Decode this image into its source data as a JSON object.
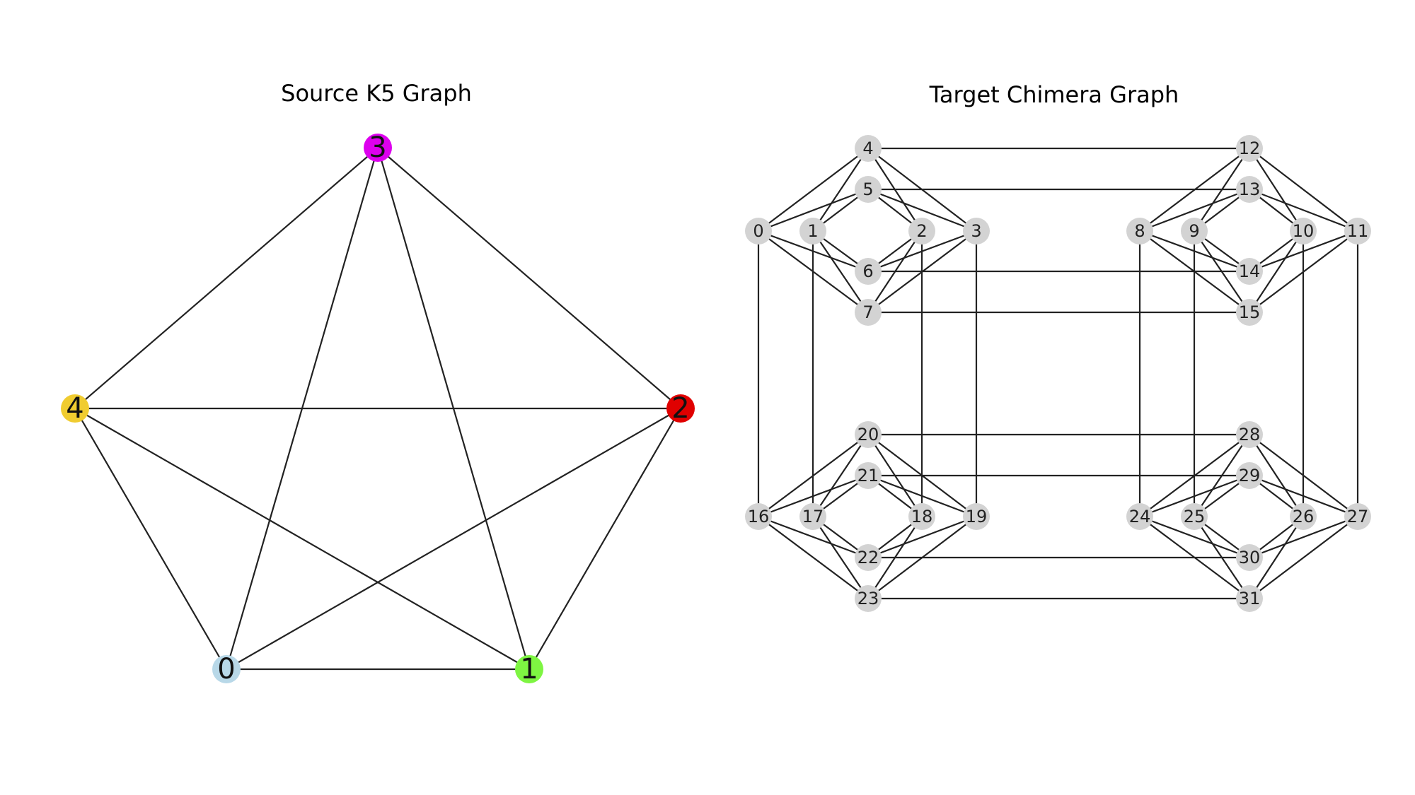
{
  "source_graph": {
    "title": "Source K5 Graph",
    "nodes": [
      {
        "id": "0",
        "label": "0",
        "color": "#b8d8e8"
      },
      {
        "id": "1",
        "label": "1",
        "color": "#7ef542"
      },
      {
        "id": "2",
        "label": "2",
        "color": "#e00000"
      },
      {
        "id": "3",
        "label": "3",
        "color": "#dd00ee"
      },
      {
        "id": "4",
        "label": "4",
        "color": "#f0cc30"
      }
    ],
    "edges": [
      [
        "0",
        "1"
      ],
      [
        "0",
        "2"
      ],
      [
        "0",
        "3"
      ],
      [
        "0",
        "4"
      ],
      [
        "1",
        "2"
      ],
      [
        "1",
        "3"
      ],
      [
        "1",
        "4"
      ],
      [
        "2",
        "3"
      ],
      [
        "2",
        "4"
      ],
      [
        "3",
        "4"
      ]
    ]
  },
  "target_graph": {
    "title": "Target Chimera Graph",
    "node_color": "#d3d3d3",
    "nodes": [
      "0",
      "1",
      "2",
      "3",
      "4",
      "5",
      "6",
      "7",
      "8",
      "9",
      "10",
      "11",
      "12",
      "13",
      "14",
      "15",
      "16",
      "17",
      "18",
      "19",
      "20",
      "21",
      "22",
      "23",
      "24",
      "25",
      "26",
      "27",
      "28",
      "29",
      "30",
      "31"
    ],
    "edges": [
      [
        "0",
        "4"
      ],
      [
        "0",
        "5"
      ],
      [
        "0",
        "6"
      ],
      [
        "0",
        "7"
      ],
      [
        "1",
        "4"
      ],
      [
        "1",
        "5"
      ],
      [
        "1",
        "6"
      ],
      [
        "1",
        "7"
      ],
      [
        "2",
        "4"
      ],
      [
        "2",
        "5"
      ],
      [
        "2",
        "6"
      ],
      [
        "2",
        "7"
      ],
      [
        "3",
        "4"
      ],
      [
        "3",
        "5"
      ],
      [
        "3",
        "6"
      ],
      [
        "3",
        "7"
      ],
      [
        "8",
        "12"
      ],
      [
        "8",
        "13"
      ],
      [
        "8",
        "14"
      ],
      [
        "8",
        "15"
      ],
      [
        "9",
        "12"
      ],
      [
        "9",
        "13"
      ],
      [
        "9",
        "14"
      ],
      [
        "9",
        "15"
      ],
      [
        "10",
        "12"
      ],
      [
        "10",
        "13"
      ],
      [
        "10",
        "14"
      ],
      [
        "10",
        "15"
      ],
      [
        "11",
        "12"
      ],
      [
        "11",
        "13"
      ],
      [
        "11",
        "14"
      ],
      [
        "11",
        "15"
      ],
      [
        "16",
        "20"
      ],
      [
        "16",
        "21"
      ],
      [
        "16",
        "22"
      ],
      [
        "16",
        "23"
      ],
      [
        "17",
        "20"
      ],
      [
        "17",
        "21"
      ],
      [
        "17",
        "22"
      ],
      [
        "17",
        "23"
      ],
      [
        "18",
        "20"
      ],
      [
        "18",
        "21"
      ],
      [
        "18",
        "22"
      ],
      [
        "18",
        "23"
      ],
      [
        "19",
        "20"
      ],
      [
        "19",
        "21"
      ],
      [
        "19",
        "22"
      ],
      [
        "19",
        "23"
      ],
      [
        "24",
        "28"
      ],
      [
        "24",
        "29"
      ],
      [
        "24",
        "30"
      ],
      [
        "24",
        "31"
      ],
      [
        "25",
        "28"
      ],
      [
        "25",
        "29"
      ],
      [
        "25",
        "30"
      ],
      [
        "25",
        "31"
      ],
      [
        "26",
        "28"
      ],
      [
        "26",
        "29"
      ],
      [
        "26",
        "30"
      ],
      [
        "26",
        "31"
      ],
      [
        "27",
        "28"
      ],
      [
        "27",
        "29"
      ],
      [
        "27",
        "30"
      ],
      [
        "27",
        "31"
      ],
      [
        "4",
        "12"
      ],
      [
        "5",
        "13"
      ],
      [
        "6",
        "14"
      ],
      [
        "7",
        "15"
      ],
      [
        "20",
        "28"
      ],
      [
        "21",
        "29"
      ],
      [
        "22",
        "30"
      ],
      [
        "23",
        "31"
      ],
      [
        "0",
        "16"
      ],
      [
        "1",
        "17"
      ],
      [
        "2",
        "18"
      ],
      [
        "3",
        "19"
      ],
      [
        "8",
        "24"
      ],
      [
        "9",
        "25"
      ],
      [
        "10",
        "26"
      ],
      [
        "11",
        "27"
      ]
    ]
  }
}
